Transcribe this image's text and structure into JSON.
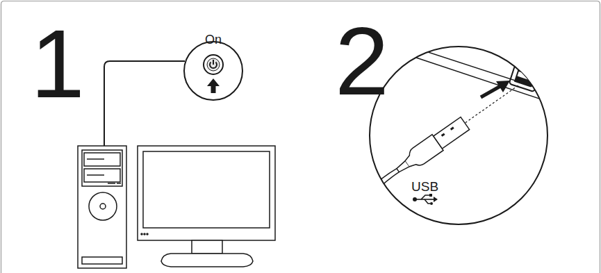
{
  "diagram": {
    "labels": [
      "1",
      "On",
      "2",
      "USB"
    ]
  }
}
